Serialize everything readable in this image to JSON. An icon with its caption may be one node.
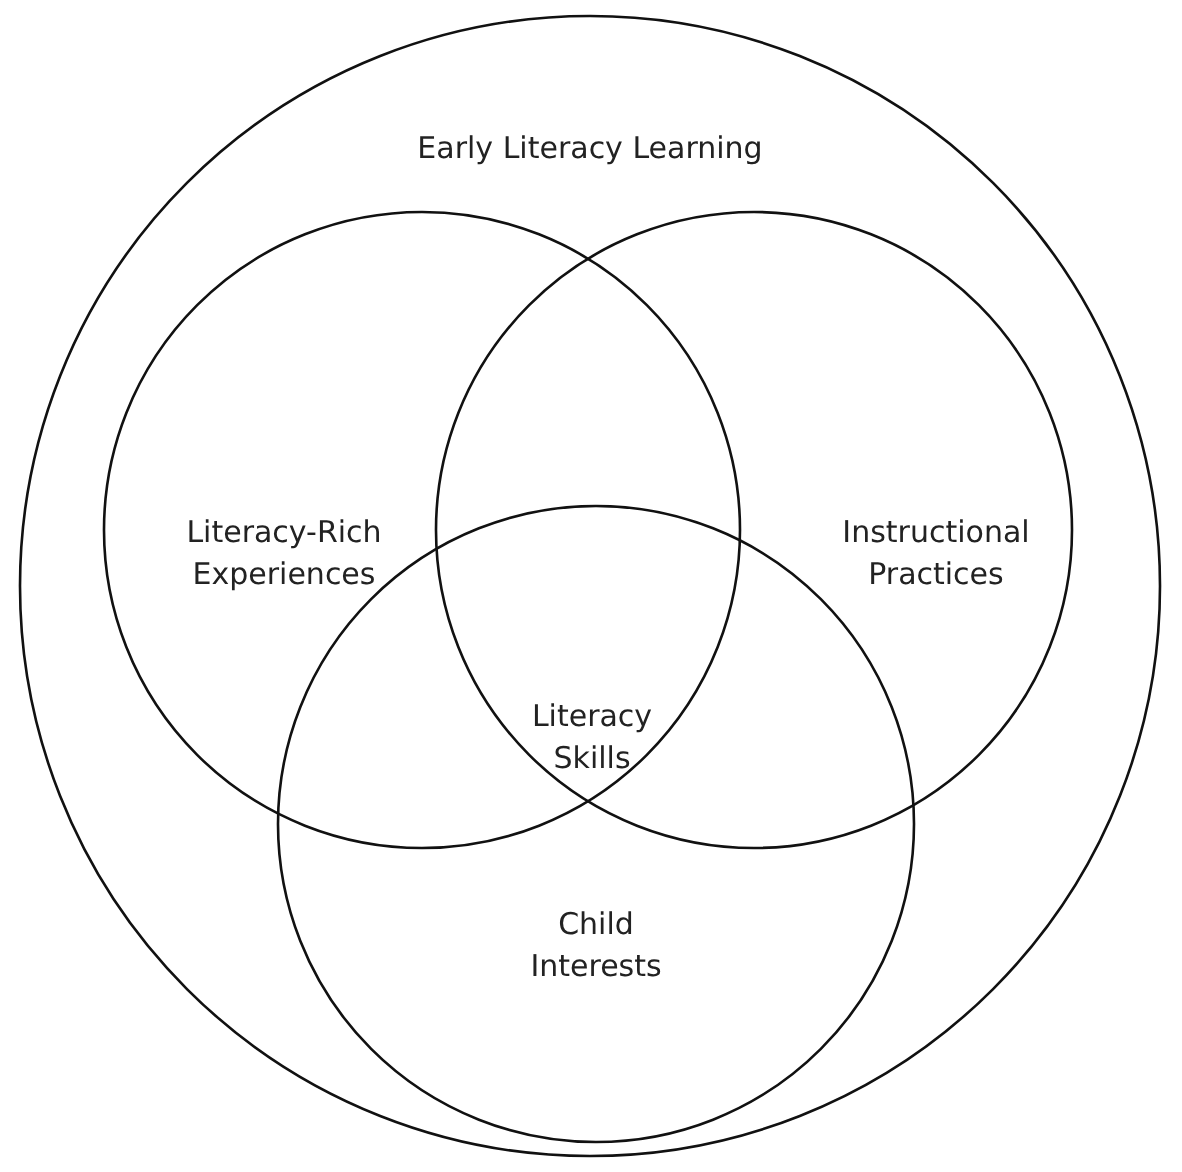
{
  "diagram": {
    "nodes": [
      {
        "text": [
          "Early Literacy Learning"
        ]
      },
      {
        "text": [
          "Literacy-Rich Experiences"
        ],
        "in": 0
      },
      {
        "text": [
          "Instructional Practices"
        ],
        "in": 0
      },
      {
        "text": [
          "Child Interests"
        ],
        "in": 0
      }
    ],
    "labels": [
      "Literacy Skills"
    ]
  }
}
